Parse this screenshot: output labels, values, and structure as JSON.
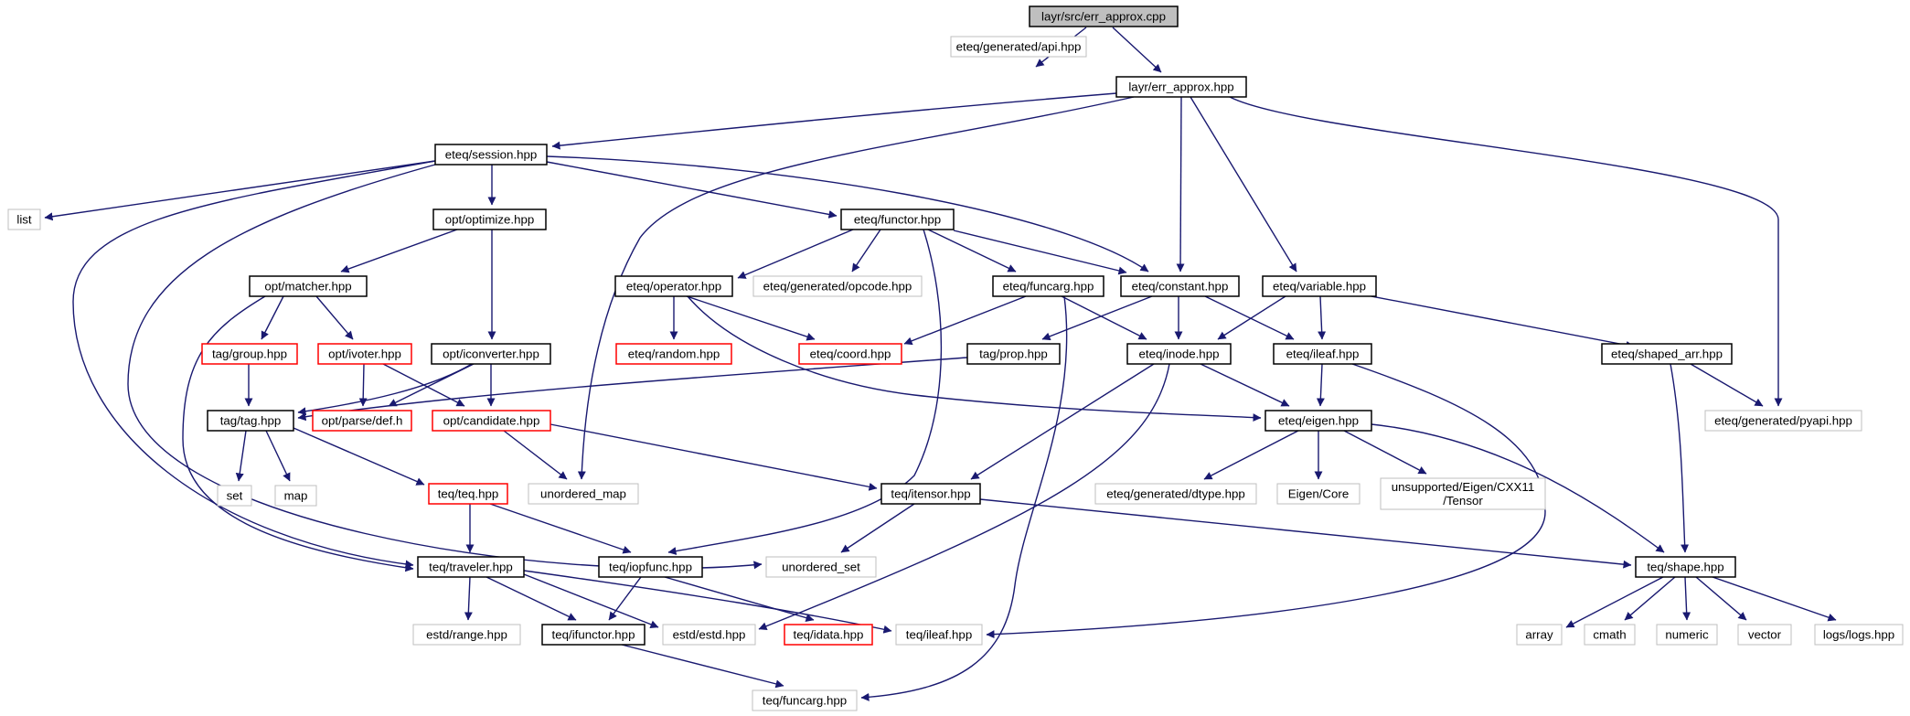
{
  "graph": {
    "edge_color": "#191970",
    "node_styles": {
      "root": {
        "fill": "#bfbfbf",
        "stroke": "#000000"
      },
      "normal": {
        "fill": "#ffffff",
        "stroke": "#000000"
      },
      "external": {
        "fill": "#ffffff",
        "stroke": "#bfbfbf"
      },
      "truncated": {
        "fill": "#ffffff",
        "stroke": "#ff0000"
      }
    },
    "nodes": [
      {
        "id": "root",
        "label": "layr/src/err_approx.cpp",
        "style": "root"
      },
      {
        "id": "api",
        "label": "eteq/generated/api.hpp",
        "style": "external"
      },
      {
        "id": "errh",
        "label": "layr/err_approx.hpp",
        "style": "normal"
      },
      {
        "id": "session",
        "label": "eteq/session.hpp",
        "style": "normal"
      },
      {
        "id": "list",
        "label": "list",
        "style": "external"
      },
      {
        "id": "optimize",
        "label": "opt/optimize.hpp",
        "style": "normal"
      },
      {
        "id": "functor",
        "label": "eteq/functor.hpp",
        "style": "normal"
      },
      {
        "id": "matcher",
        "label": "opt/matcher.hpp",
        "style": "normal"
      },
      {
        "id": "operator",
        "label": "eteq/operator.hpp",
        "style": "normal"
      },
      {
        "id": "opcode",
        "label": "eteq/generated/opcode.hpp",
        "style": "external"
      },
      {
        "id": "funcarg",
        "label": "eteq/funcarg.hpp",
        "style": "normal"
      },
      {
        "id": "constant",
        "label": "eteq/constant.hpp",
        "style": "normal"
      },
      {
        "id": "variable",
        "label": "eteq/variable.hpp",
        "style": "normal"
      },
      {
        "id": "group",
        "label": "tag/group.hpp",
        "style": "truncated"
      },
      {
        "id": "ivoter",
        "label": "opt/ivoter.hpp",
        "style": "truncated"
      },
      {
        "id": "iconverter",
        "label": "opt/iconverter.hpp",
        "style": "normal"
      },
      {
        "id": "random",
        "label": "eteq/random.hpp",
        "style": "truncated"
      },
      {
        "id": "coord",
        "label": "eteq/coord.hpp",
        "style": "truncated"
      },
      {
        "id": "prop",
        "label": "tag/prop.hpp",
        "style": "normal"
      },
      {
        "id": "inode",
        "label": "eteq/inode.hpp",
        "style": "normal"
      },
      {
        "id": "ileafe",
        "label": "eteq/ileaf.hpp",
        "style": "normal"
      },
      {
        "id": "shapedarr",
        "label": "eteq/shaped_arr.hpp",
        "style": "normal"
      },
      {
        "id": "tag",
        "label": "tag/tag.hpp",
        "style": "normal"
      },
      {
        "id": "def",
        "label": "opt/parse/def.h",
        "style": "truncated"
      },
      {
        "id": "candidate",
        "label": "opt/candidate.hpp",
        "style": "truncated"
      },
      {
        "id": "eigen",
        "label": "eteq/eigen.hpp",
        "style": "normal"
      },
      {
        "id": "pyapi",
        "label": "eteq/generated/pyapi.hpp",
        "style": "external"
      },
      {
        "id": "set",
        "label": "set",
        "style": "external"
      },
      {
        "id": "map",
        "label": "map",
        "style": "external"
      },
      {
        "id": "teq",
        "label": "teq/teq.hpp",
        "style": "truncated"
      },
      {
        "id": "umap",
        "label": "unordered_map",
        "style": "external"
      },
      {
        "id": "itensor",
        "label": "teq/itensor.hpp",
        "style": "normal"
      },
      {
        "id": "dtype",
        "label": "eteq/generated/dtype.hpp",
        "style": "external"
      },
      {
        "id": "eigencore",
        "label": "Eigen/Core",
        "style": "external"
      },
      {
        "id": "tensor",
        "label": "unsupported/Eigen/CXX11\n/Tensor",
        "style": "external"
      },
      {
        "id": "traveler",
        "label": "teq/traveler.hpp",
        "style": "normal"
      },
      {
        "id": "iopfunc",
        "label": "teq/iopfunc.hpp",
        "style": "normal"
      },
      {
        "id": "uset",
        "label": "unordered_set",
        "style": "external"
      },
      {
        "id": "shape",
        "label": "teq/shape.hpp",
        "style": "normal"
      },
      {
        "id": "range",
        "label": "estd/range.hpp",
        "style": "external"
      },
      {
        "id": "ifunctor",
        "label": "teq/ifunctor.hpp",
        "style": "normal"
      },
      {
        "id": "estd",
        "label": "estd/estd.hpp",
        "style": "external"
      },
      {
        "id": "idata",
        "label": "teq/idata.hpp",
        "style": "truncated"
      },
      {
        "id": "ileaft",
        "label": "teq/ileaf.hpp",
        "style": "external"
      },
      {
        "id": "array",
        "label": "array",
        "style": "external"
      },
      {
        "id": "cmath",
        "label": "cmath",
        "style": "external"
      },
      {
        "id": "numeric",
        "label": "numeric",
        "style": "external"
      },
      {
        "id": "vector",
        "label": "vector",
        "style": "external"
      },
      {
        "id": "logs",
        "label": "logs/logs.hpp",
        "style": "external"
      },
      {
        "id": "funcargt",
        "label": "teq/funcarg.hpp",
        "style": "external"
      }
    ],
    "edges": [
      {
        "id": "e1",
        "from": "root",
        "to": "api"
      },
      {
        "id": "e2",
        "from": "root",
        "to": "errh"
      },
      {
        "id": "e3",
        "from": "errh",
        "to": "session"
      },
      {
        "id": "e4",
        "from": "errh",
        "to": "umap"
      },
      {
        "id": "e5",
        "from": "errh",
        "to": "constant"
      },
      {
        "id": "e6",
        "from": "errh",
        "to": "variable"
      },
      {
        "id": "e7",
        "from": "errh",
        "to": "pyapi"
      },
      {
        "id": "e8",
        "from": "session",
        "to": "list"
      },
      {
        "id": "e9",
        "from": "session",
        "to": "traveler"
      },
      {
        "id": "e10",
        "from": "session",
        "to": "uset"
      },
      {
        "id": "e11",
        "from": "session",
        "to": "optimize"
      },
      {
        "id": "e12",
        "from": "session",
        "to": "functor"
      },
      {
        "id": "e13",
        "from": "session",
        "to": "constant"
      },
      {
        "id": "e14",
        "from": "optimize",
        "to": "matcher"
      },
      {
        "id": "e15",
        "from": "optimize",
        "to": "iconverter"
      },
      {
        "id": "e16",
        "from": "matcher",
        "to": "group"
      },
      {
        "id": "e17",
        "from": "matcher",
        "to": "ivoter"
      },
      {
        "id": "e18",
        "from": "matcher",
        "to": "traveler"
      },
      {
        "id": "e19",
        "from": "group",
        "to": "tag"
      },
      {
        "id": "e20",
        "from": "ivoter",
        "to": "def"
      },
      {
        "id": "e21",
        "from": "ivoter",
        "to": "candidate"
      },
      {
        "id": "e22",
        "from": "iconverter",
        "to": "tag"
      },
      {
        "id": "e23",
        "from": "iconverter",
        "to": "candidate"
      },
      {
        "id": "e24",
        "from": "iconverter",
        "to": "def"
      },
      {
        "id": "e25",
        "from": "candidate",
        "to": "umap"
      },
      {
        "id": "e26",
        "from": "candidate",
        "to": "itensor"
      },
      {
        "id": "e27",
        "from": "functor",
        "to": "operator"
      },
      {
        "id": "e28",
        "from": "functor",
        "to": "opcode"
      },
      {
        "id": "e29",
        "from": "functor",
        "to": "funcarg"
      },
      {
        "id": "e30",
        "from": "functor",
        "to": "constant"
      },
      {
        "id": "e31",
        "from": "functor",
        "to": "iopfunc"
      },
      {
        "id": "e32",
        "from": "operator",
        "to": "random"
      },
      {
        "id": "e33",
        "from": "operator",
        "to": "coord"
      },
      {
        "id": "e34",
        "from": "operator",
        "to": "eigen"
      },
      {
        "id": "e35",
        "from": "funcarg",
        "to": "coord"
      },
      {
        "id": "e36",
        "from": "funcarg",
        "to": "inode"
      },
      {
        "id": "e37",
        "from": "funcarg",
        "to": "funcargt"
      },
      {
        "id": "e38",
        "from": "constant",
        "to": "prop"
      },
      {
        "id": "e39",
        "from": "constant",
        "to": "inode"
      },
      {
        "id": "e40",
        "from": "constant",
        "to": "ileafe"
      },
      {
        "id": "e41",
        "from": "variable",
        "to": "inode"
      },
      {
        "id": "e42",
        "from": "variable",
        "to": "ileafe"
      },
      {
        "id": "e43",
        "from": "variable",
        "to": "shapedarr"
      },
      {
        "id": "e44",
        "from": "prop",
        "to": "tag"
      },
      {
        "id": "e45",
        "from": "inode",
        "to": "eigen"
      },
      {
        "id": "e46",
        "from": "inode",
        "to": "itensor"
      },
      {
        "id": "e47",
        "from": "inode",
        "to": "estd"
      },
      {
        "id": "e48",
        "from": "ileafe",
        "to": "eigen"
      },
      {
        "id": "e49",
        "from": "ileafe",
        "to": "ileaft"
      },
      {
        "id": "e50",
        "from": "shapedarr",
        "to": "pyapi"
      },
      {
        "id": "e51",
        "from": "shapedarr",
        "to": "shape"
      },
      {
        "id": "e52",
        "from": "tag",
        "to": "set"
      },
      {
        "id": "e53",
        "from": "tag",
        "to": "map"
      },
      {
        "id": "e54",
        "from": "tag",
        "to": "teq"
      },
      {
        "id": "e55",
        "from": "eigen",
        "to": "dtype"
      },
      {
        "id": "e56",
        "from": "eigen",
        "to": "eigencore"
      },
      {
        "id": "e57",
        "from": "eigen",
        "to": "tensor"
      },
      {
        "id": "e58",
        "from": "eigen",
        "to": "shape"
      },
      {
        "id": "e59",
        "from": "teq",
        "to": "traveler"
      },
      {
        "id": "e60",
        "from": "teq",
        "to": "iopfunc"
      },
      {
        "id": "e61",
        "from": "itensor",
        "to": "uset"
      },
      {
        "id": "e62",
        "from": "itensor",
        "to": "shape"
      },
      {
        "id": "e63",
        "from": "traveler",
        "to": "range"
      },
      {
        "id": "e64",
        "from": "traveler",
        "to": "ifunctor"
      },
      {
        "id": "e65",
        "from": "traveler",
        "to": "estd"
      },
      {
        "id": "e66",
        "from": "traveler",
        "to": "ileaft"
      },
      {
        "id": "e67",
        "from": "iopfunc",
        "to": "ifunctor"
      },
      {
        "id": "e68",
        "from": "iopfunc",
        "to": "idata"
      },
      {
        "id": "e69",
        "from": "ifunctor",
        "to": "funcargt"
      },
      {
        "id": "e70",
        "from": "shape",
        "to": "array"
      },
      {
        "id": "e71",
        "from": "shape",
        "to": "cmath"
      },
      {
        "id": "e72",
        "from": "shape",
        "to": "numeric"
      },
      {
        "id": "e73",
        "from": "shape",
        "to": "vector"
      },
      {
        "id": "e74",
        "from": "shape",
        "to": "logs"
      }
    ]
  }
}
